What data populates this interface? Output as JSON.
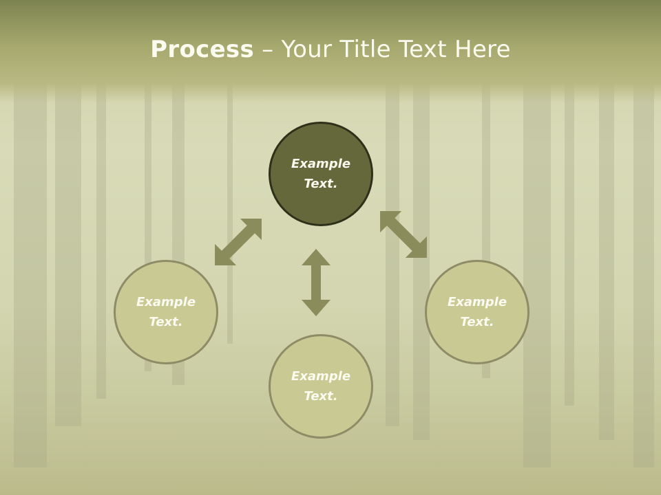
{
  "slide": {
    "title_bold": "Process",
    "title_sep": " – ",
    "title_rest": "Your Title Text Here"
  },
  "nodes": {
    "top": "Example\nText.",
    "left": "Example\nText.",
    "right": "Example\nText.",
    "bottom": "Example\nText."
  },
  "colors": {
    "title_band": "#a6a96e",
    "node_light_fill": "#c9c994",
    "node_dark_fill": "#65683a",
    "arrow": "#8a8c5c",
    "text": "#fbfbf0"
  }
}
